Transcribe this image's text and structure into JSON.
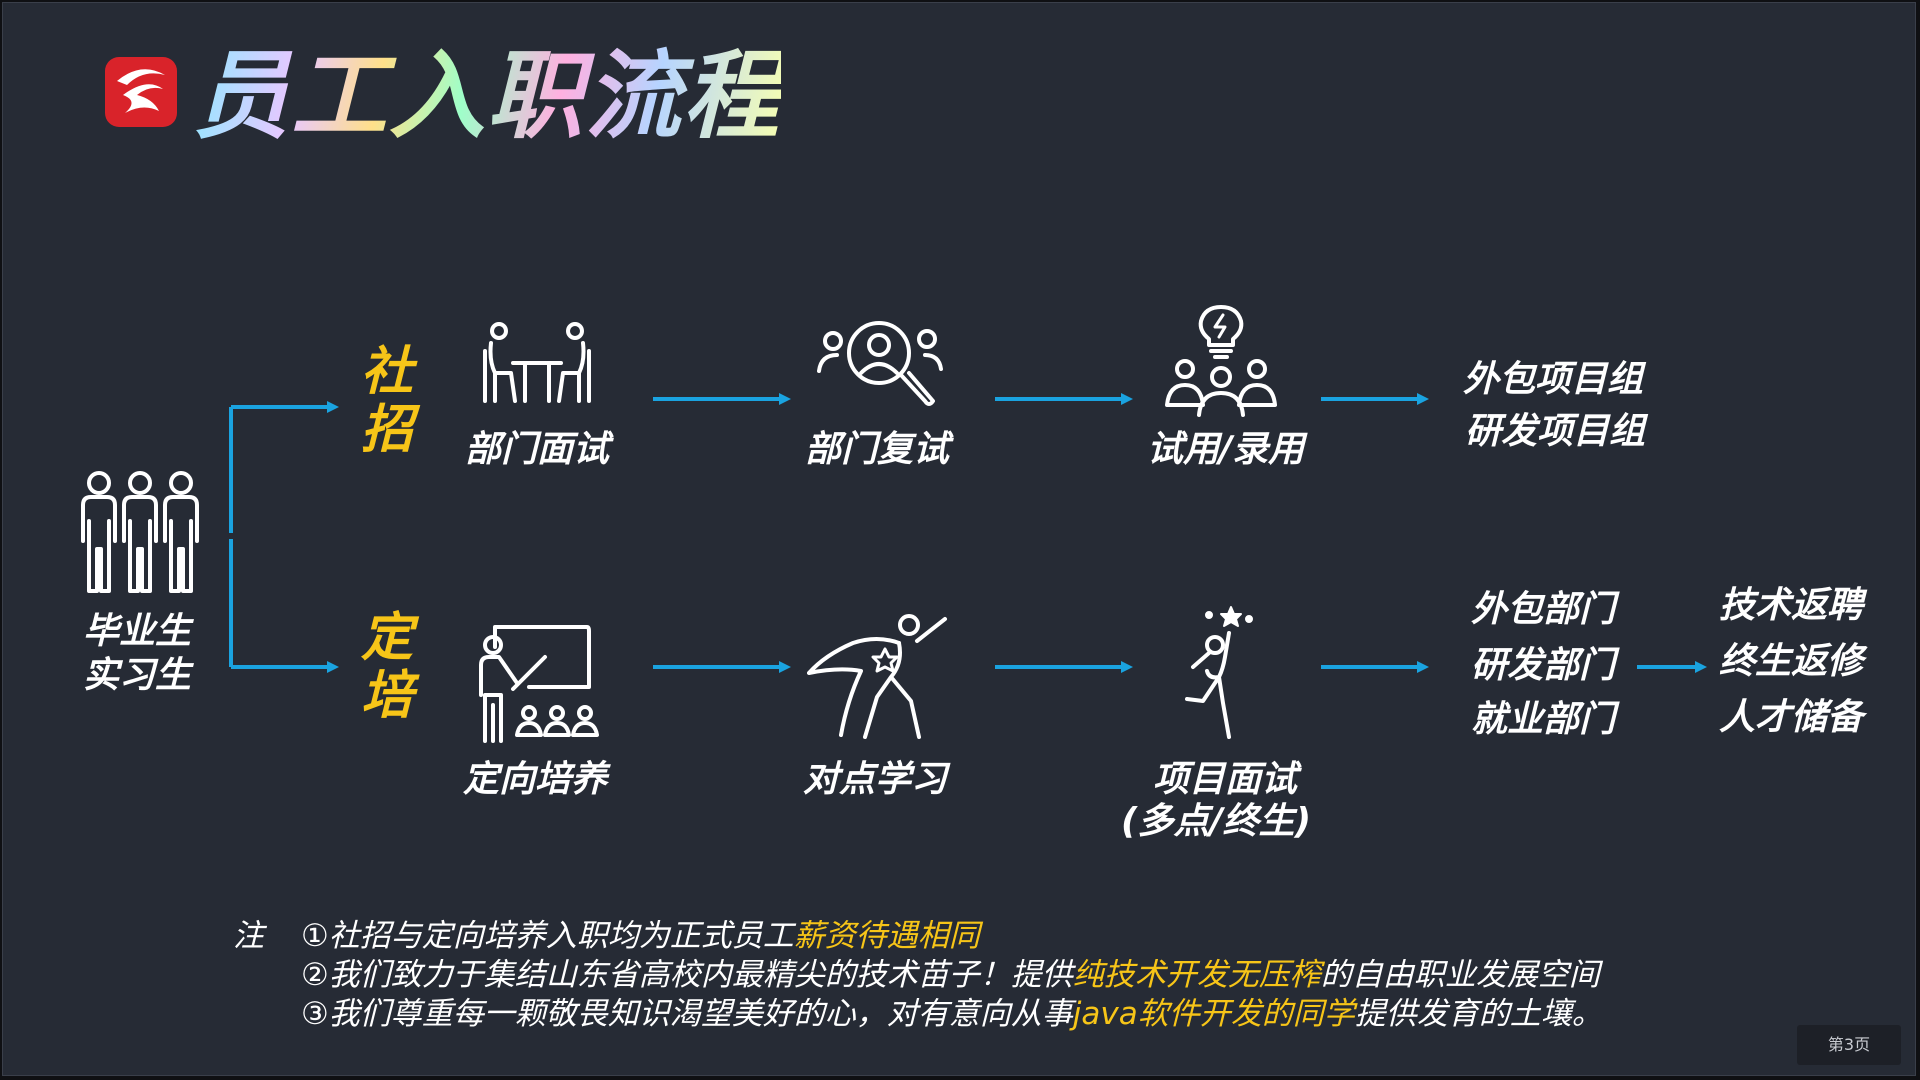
{
  "title": "员工入职流程",
  "start": {
    "line1": "毕业生",
    "line2": "实习生"
  },
  "categories": {
    "social": "社招",
    "directed": "定培"
  },
  "social_track": {
    "steps": [
      "部门面试",
      "部门复试",
      "试用/录用"
    ],
    "destination": [
      "外包项目组",
      "研发项目组"
    ]
  },
  "directed_track": {
    "steps": [
      "定向培养",
      "对点学习",
      "项目面试"
    ],
    "step3_sub": "(多点/终生)",
    "destination": [
      "外包部门",
      "研发部门",
      "就业部门"
    ],
    "outcomes": [
      "技术返聘",
      "终生返修",
      "人才储备"
    ]
  },
  "notes": {
    "label": "注",
    "n1_pre": "①社招与定向培养入职均为正式员工",
    "n1_hl": "薪资待遇相同",
    "n2_pre": "②我们致力于集结山东省高校内最精尖的技术苗子！提供",
    "n2_hl": "纯技术开发无压榨",
    "n2_post": "的自由职业发展空间",
    "n3_pre": "③我们尊重每一颗敬畏知识渴望美好的心，对有意向从事",
    "n3_hl": "java软件开发的同学",
    "n3_post": "提供发育的土壤。"
  },
  "page_label": "第3页",
  "colors": {
    "background": "#262b35",
    "arrow": "#1aa3e0",
    "highlight": "#f7c518",
    "logo": "#d9232a"
  },
  "icons": [
    "brand-logo",
    "people-group-icon",
    "interview-icon",
    "magnifier-person-icon",
    "team-lightbulb-icon",
    "teacher-board-icon",
    "superhero-icon",
    "reach-star-icon"
  ]
}
